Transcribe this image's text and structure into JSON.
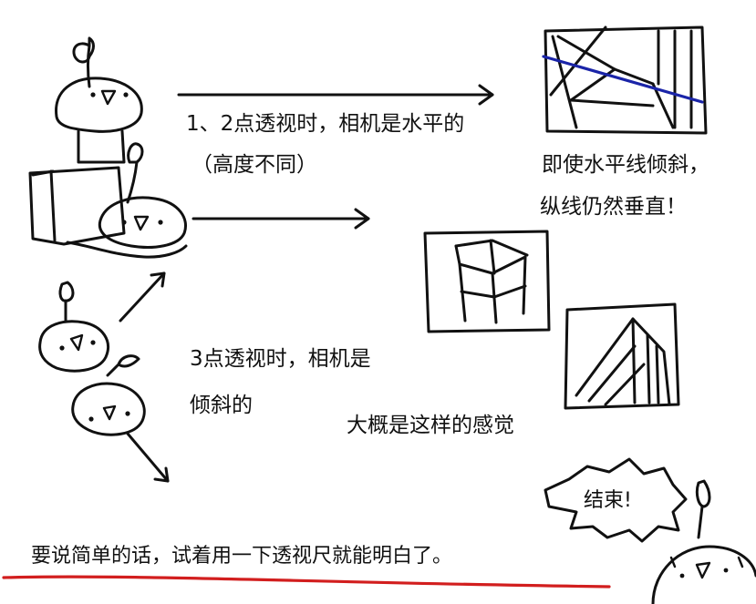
{
  "texts": {
    "two_point_line1": "1、2点透视时，相机是水平的",
    "two_point_line2": "（高度不同）",
    "horizon_line1": "即使水平线倾斜，",
    "horizon_line2": "纵线仍然垂直！",
    "three_point_line1": "3点透视时，相机是",
    "three_point_line2": "倾斜的",
    "feeling": "大概是这样的感觉",
    "end_bubble": "结束!",
    "bottom_note": "要说简单的话，试着用一下透视尺就能明白了。"
  },
  "colors": {
    "ink": "#111111",
    "horizon_line": "#1a24a8",
    "underline": "#d21e1e"
  },
  "icons": [
    "sprout-character",
    "camera-box",
    "perspective-frame",
    "speech-bubble",
    "arrow"
  ]
}
